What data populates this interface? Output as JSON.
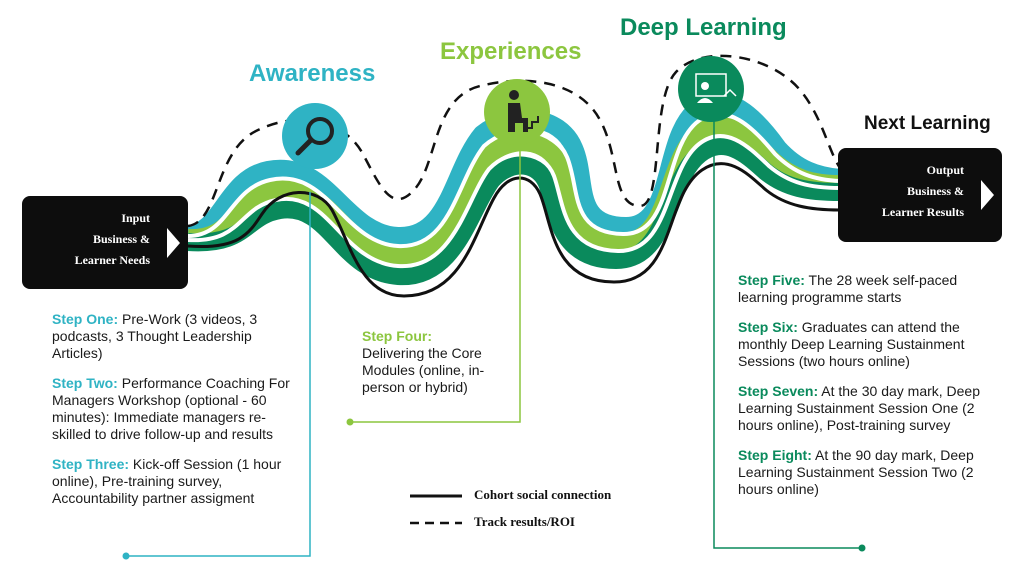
{
  "stages": {
    "awareness": "Awareness",
    "experiences": "Experiences",
    "deep_learning": "Deep Learning",
    "next_learning": "Next Learning"
  },
  "input_box": {
    "line1": "Input",
    "line2": "Business &",
    "line3": "Learner Needs"
  },
  "output_box": {
    "line1": "Output",
    "line2": "Business &",
    "line3": "Learner Results"
  },
  "steps_left": [
    {
      "label": "Step One:",
      "text": " Pre-Work (3 videos, 3 podcasts, 3 Thought Leadership Articles)"
    },
    {
      "label": "Step Two:",
      "text": " Performance Coaching For Managers Workshop (optional - 60 minutes): Immediate managers re-skilled to drive follow-up and results"
    },
    {
      "label": "Step Three:",
      "text": " Kick-off Session (1 hour online), Pre-training survey, Accountability partner assigment"
    }
  ],
  "step_four": {
    "label": "Step Four:",
    "text": "Delivering the Core Modules (online, in-person or hybrid)"
  },
  "steps_right": [
    {
      "label": "Step Five:",
      "text": " The 28 week self-paced learning programme starts"
    },
    {
      "label": "Step Six:",
      "text": " Graduates can attend the monthly Deep Learning Sustainment Sessions (two hours online)"
    },
    {
      "label": "Step Seven:",
      "text": " At the 30 day mark, Deep Learning Sustainment Session One (2 hours online), Post-training survey"
    },
    {
      "label": "Step Eight:",
      "text": " At the 90 day mark, Deep Learning Sustainment Session Two (2 hours online)"
    }
  ],
  "legend": {
    "solid": "Cohort social connection",
    "dashed": "Track results/ROI"
  },
  "icons": [
    "search-icon",
    "person-stairs-icon",
    "person-presentation-icon"
  ],
  "colors": {
    "teal": "#2fb3c4",
    "lime": "#8cc63f",
    "green": "#0a8a5c",
    "black": "#0d0d0d"
  }
}
